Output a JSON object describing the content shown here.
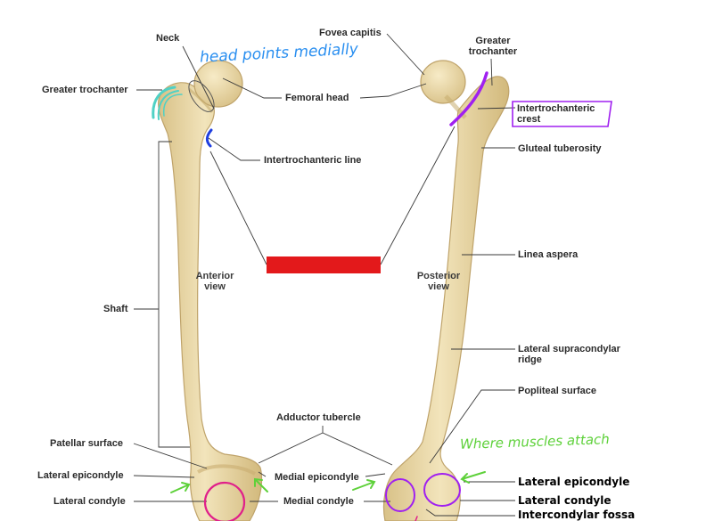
{
  "labels": {
    "neck": "Neck",
    "greater_trochanter_left": "Greater trochanter",
    "femoral_head": "Femoral head",
    "fovea_capitis": "Fovea capitis",
    "greater_trochanter_right_line1": "Greater",
    "greater_trochanter_right_line2": "trochanter",
    "intertrochanteric_crest_line1": "Intertrochanteric",
    "intertrochanteric_crest_line2": "crest",
    "intertrochanteric_line": "Intertrochanteric line",
    "gluteal_tuberosity": "Gluteal tuberosity",
    "linea_aspera": "Linea aspera",
    "shaft": "Shaft",
    "lateral_supracondylar_ridge_line1": "Lateral supracondylar",
    "lateral_supracondylar_ridge_line2": "ridge",
    "popliteal_surface": "Popliteal surface",
    "adductor_tubercle": "Adductor tubercle",
    "patellar_surface": "Patellar surface",
    "lateral_epicondyle_left": "Lateral epicondyle",
    "medial_epicondyle": "Medial epicondyle",
    "lateral_condyle_left": "Lateral condyle",
    "medial_condyle": "Medial condyle",
    "lateral_epicondyle_right": "Lateral epicondyle",
    "lateral_condyle_right": "Lateral condyle",
    "intercondylar_fossa": "Intercondylar fossa"
  },
  "views": {
    "anterior_line1": "Anterior",
    "anterior_line2": "view",
    "posterior_line1": "Posterior",
    "posterior_line2": "view"
  },
  "annotations": {
    "head_note": "head points medially",
    "muscle_note": "Where muscles attach"
  },
  "colors": {
    "bone_fill": "#ecdcae",
    "bone_shade": "#d3bb7f",
    "bone_outline": "#bfa36a",
    "leader_line": "#3a3a3a",
    "annotation_blue": "#2a8ff0",
    "annotation_green": "#5ed13a",
    "highlight_teal": "#4fd1c5",
    "highlight_purple": "#a020f0",
    "highlight_magenta": "#e0208a",
    "redaction_red": "#e3191b",
    "mark_blue": "#1f3fe0"
  }
}
